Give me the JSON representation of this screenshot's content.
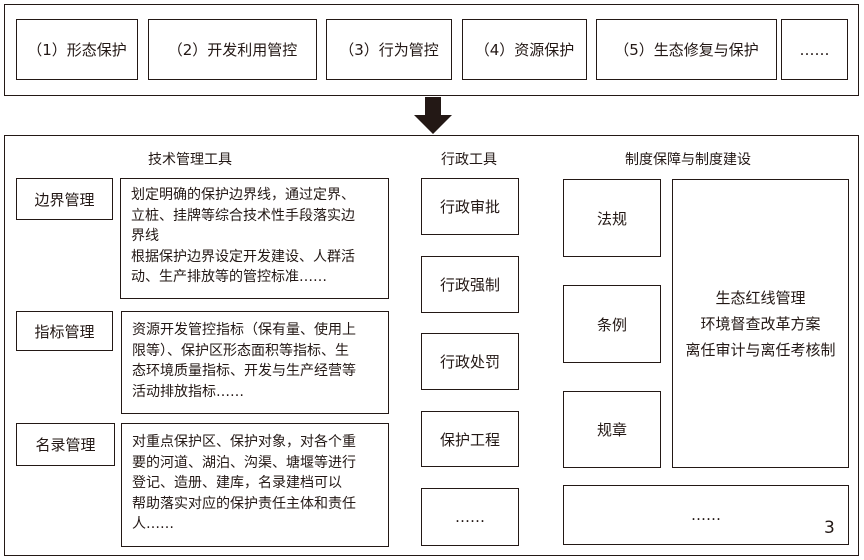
{
  "top_items": [
    "（1）形态保护",
    "（2）开发利用管控",
    "（3）行为管控",
    "（4）资源保护",
    "（5）生态修复与保护",
    "……"
  ],
  "headers": {
    "tech": "技术管理工具",
    "admin": "行政工具",
    "system": "制度保障与制度建设"
  },
  "tech": [
    {
      "label": "边界管理",
      "lines": [
        "划定明确的保护边界线，通过定界、",
        "立桩、挂牌等综合技术性手段落实边",
        "界线",
        "根据保护边界设定开发建设、人群活",
        "动、生产排放等的管控标准……"
      ]
    },
    {
      "label": "指标管理",
      "lines": [
        "资源开发管控指标（保有量、使用上",
        "限等）、保护区形态面积等指标、生",
        "态环境质量指标、开发与生产经营等",
        "活动排放指标……"
      ]
    },
    {
      "label": "名录管理",
      "lines": [
        "对重点保护区、保护对象，对各个重",
        "要的河道、湖泊、沟渠、塘堰等进行",
        "登记、造册、建库，名录建档可以",
        "帮助落实对应的保护责任主体和责任",
        "人……"
      ]
    }
  ],
  "admin": [
    "行政审批",
    "行政强制",
    "行政处罚",
    "保护工程",
    "……"
  ],
  "system": {
    "small": [
      "法规",
      "条例",
      "规章"
    ],
    "big": [
      "生态红线管理",
      "环境督查改革方案",
      "离任审计与离任考核制"
    ],
    "more": "……"
  },
  "page_number": "3"
}
